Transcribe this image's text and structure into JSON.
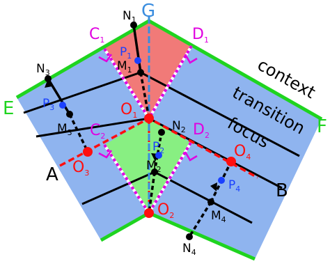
{
  "colors": {
    "blue_region": "#8fb4ef",
    "red_region": "#f17a78",
    "green_region": "#88ef82",
    "boundary_green": "#1fd41f",
    "center_line": "#3a8ddf",
    "magenta": "#e000e0",
    "red_point": "#ff0f0f",
    "blue_point": "#1a40ff",
    "black": "#000000",
    "white": "#ffffff"
  },
  "labels": {
    "G": {
      "base": "G",
      "sub": ""
    },
    "E": {
      "base": "E",
      "sub": ""
    },
    "F": {
      "base": "F",
      "sub": ""
    },
    "A": {
      "base": "A",
      "sub": ""
    },
    "B": {
      "base": "B",
      "sub": ""
    },
    "C1": {
      "base": "C",
      "sub": "1"
    },
    "D1": {
      "base": "D",
      "sub": "1"
    },
    "C2": {
      "base": "C",
      "sub": "2"
    },
    "D2": {
      "base": "D",
      "sub": "2"
    },
    "O1": {
      "base": "O",
      "sub": "1"
    },
    "O2": {
      "base": "O",
      "sub": "2"
    },
    "O3": {
      "base": "O",
      "sub": "3"
    },
    "O4": {
      "base": "O",
      "sub": "4"
    },
    "N1": {
      "base": "N",
      "sub": "1"
    },
    "N2": {
      "base": "N",
      "sub": "2"
    },
    "N3": {
      "base": "N",
      "sub": "3"
    },
    "N4": {
      "base": "N",
      "sub": "4"
    },
    "M1": {
      "base": "M",
      "sub": "1"
    },
    "M2": {
      "base": "M",
      "sub": "2"
    },
    "M3": {
      "base": "M",
      "sub": "3"
    },
    "M4": {
      "base": "M",
      "sub": "4"
    },
    "P1": {
      "base": "P",
      "sub": "1"
    },
    "P2": {
      "base": "P",
      "sub": "2"
    },
    "P3": {
      "base": "P",
      "sub": "3"
    },
    "P4": {
      "base": "P",
      "sub": "4"
    }
  },
  "region_words": {
    "context": "context",
    "transition": "transition",
    "focus": "focus"
  }
}
